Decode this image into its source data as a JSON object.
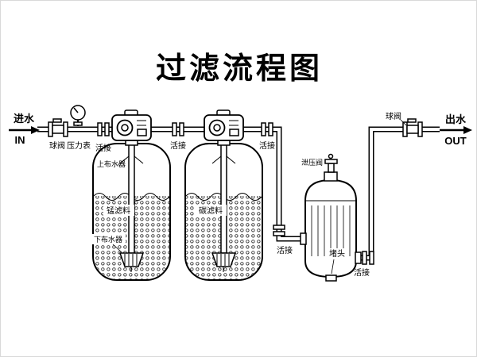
{
  "title": "过滤流程图",
  "inlet": {
    "label": "进水",
    "code": "IN"
  },
  "outlet": {
    "label": "出水",
    "code": "OUT"
  },
  "labels": {
    "ball_valve_in": "球阀",
    "pressure_gauge": "压力表",
    "union_1": "活接",
    "union_2": "活接",
    "union_3": "活接",
    "union_4": "活接",
    "union_5": "活接",
    "ball_valve_out": "球阀",
    "relief_valve": "泄压阀",
    "plug": "堵头"
  },
  "tank1": {
    "upper_distributor": "上布水器",
    "media": "锰滤料",
    "lower_distributor": "下布水器"
  },
  "tank2": {
    "media": "碳滤料"
  }
}
